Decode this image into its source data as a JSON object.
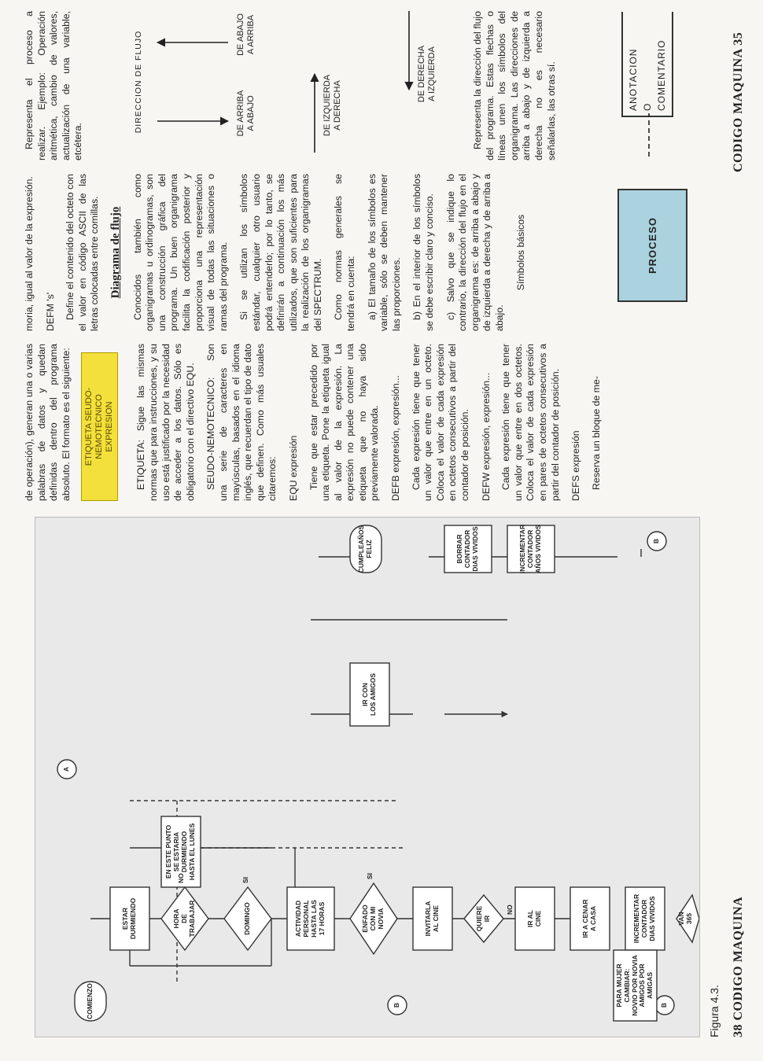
{
  "left_page": {
    "page_number": "38",
    "running_head": "CODIGO MAQUINA",
    "figure_caption": "Figura 4.3.",
    "flowchart": {
      "start": "COMIENZO",
      "estar": "ESTAR\nDURMIENDO",
      "hora": "HORA\nDE\nTRABAJAR",
      "domingo": "DOMINGO",
      "actividad": "ACTIVIDAD\nPERSONAL\nHASTA LAS\n17 HORAS",
      "enfado": "ENFADO\nCON MI\nNOVIA",
      "invitarla": "INVITARLA\nAL CINE",
      "quiere": "QUIERE\nIR",
      "cine": "IR AL\nCINE",
      "cenar": "IR A CENAR\nA CASA",
      "inc_dias": "INCREMENTAR\nCONTADOR\nDIAS VIVIDOS",
      "van": "VAN\n365",
      "amigos": "IR CON\nLOS AMIGOS",
      "cumple": "CUMPLEAÑOS\nFELIZ",
      "borrar": "BORRAR\nCONTADOR\nDIAS VIVIDOS",
      "inc_anos": "INCREMENTAR\nCONTADOR\nAÑOS VIVIDOS",
      "note_lunes": "EN ESTE PUNTO\nSE ESTARIA\nDURMIENDO\nHASTA EL LUNES",
      "note_mujer": "PARA MUJER\nCAMBIAR:\nNOVIO POR NOVIA\nAMIGOS POR\nAMIGAS",
      "connector_a": "A",
      "connector_b": "B",
      "yes": "SI",
      "no": "NO"
    }
  },
  "right_page": {
    "page_number": "35",
    "running_head": "CODIGO MAQUINA",
    "col1": {
      "p1": "de operación), generan una o varias palabras de datos y quedan definidas dentro del programa absoluto. El formato es el siguiente:",
      "highlight_line1": "ETIQUETA SEUDO-NEMOTECNICO",
      "highlight_line2": "EXPRESION",
      "p2": "ETIQUETA: Sigue las mismas normas que para instrucciones, y su uso está justificado por la necesidad de acceder a los datos. Sólo es obligatorio con el directivo EQU.",
      "p3": "SEUDO-NEMOTECNICO: Son una serie de caracteres en mayúsculas, basados en el idioma inglés, que recuerdan el tipo de dato que definen. Como más usuales citaremos:",
      "h_equ": "EQU expresión",
      "p4": "Tiene que estar precedido por una etiqueta. Pone la etiqueta igual al valor de la expresión. La expresión no puede contener una etiqueta que no haya sido previamente valorada.",
      "h_defb": "DEFB expresión, expresión...",
      "p5": "Cada expresión tiene que tener un valor que entre en un octeto. Coloca el valor de cada expresión en octetos consecutivos a partir del contador de posición.",
      "h_defw": "DEFW expresión, expresión...",
      "p6": "Cada expresión tiene que tener un valor que entre en dos octetos. Coloca el valor de cada expresión en pares de octetos consecutivos a partir del contador de posición.",
      "h_defs": "DEFS expresión",
      "p7": "Reserva un bloque de me-"
    },
    "col2": {
      "p1": "moria, igual al valor de la expresión.",
      "h_defm": "DEFM 's'",
      "p2": "Define el contenido del octeto con el valor en código ASCII de las letras colocadas entre comillas.",
      "title": "Diagrama de flujo",
      "p3": "Conocidos también como organigramas u ordinogramas, son una construcción gráfica del programa. Un buen organigrama facilita la codificación posterior y proporciona una representación visual de todas las situaciones o ramas del programa.",
      "p4": "Si se utilizan los símbolos estándar, cualquier otro usuario podrá entenderlo; por lo tanto, se definirán a continuación los más utilizados, que son suficientes para la realización de los organigramas del SPECTRUM.",
      "p5": "Como normas generales se tendrá en cuenta:",
      "p6": "a) El tamaño de los símbolos es variable, sólo se deben mantener las proporciones.",
      "p7": "b) En el interior de los símbolos se debe escribir claro y conciso.",
      "p8": "c) Salvo que se indique lo contrario, la dirección del flujo en el organigrama es: de arriba a abajo y de izquierda a derecha y de arriba a abajo.",
      "simbolos": "Símbolos básicos",
      "proceso": "PROCESO"
    },
    "col3": {
      "p1": "Representa el proceso a realizar. Ejemplo: Operación aritmética, cambio de valores, actualización de una variable, etcétera.",
      "dir_title": "DIRECCION DE FLUJO",
      "arriba_abajo": "DE ARRIBA\nA ABAJO",
      "abajo_arriba": "DE ABAJO\nA ARRIBA",
      "izq_der": "DE IZQUIERDA\nA DERECHA",
      "der_izq": "DE DERECHA\nA IZQUIERDA",
      "p2": "Representa la dirección del flujo del programa. Estas flechas o líneas unen los símbolos del organigrama. Las direcciones de arriba a abajo y de izquierda a derecha no es necesario señalarlas, las otras sí.",
      "anot1": "ANOTACION",
      "anot2": "O",
      "anot3": "COMENTARIO"
    }
  }
}
